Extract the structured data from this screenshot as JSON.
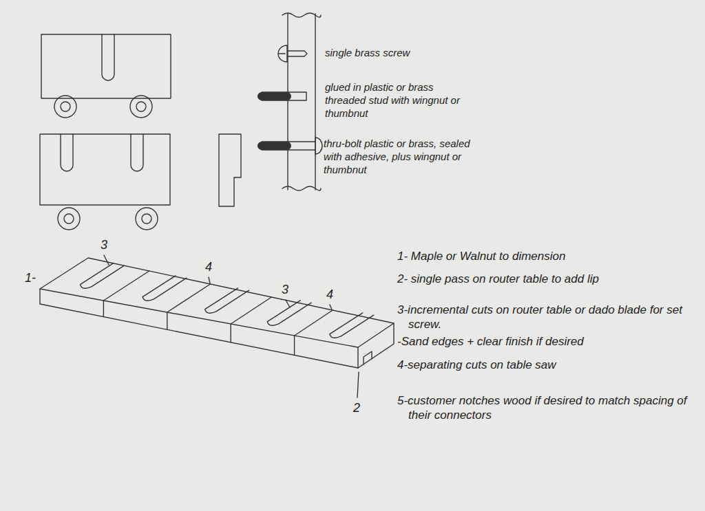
{
  "diagram": {
    "labels": [
      "single brass screw",
      "glued in plastic or brass threaded stud with wingnut or thumbnut",
      "thru-bolt plastic or brass, sealed with adhesive, plus wingnut or thumbnut",
      "1-",
      "3",
      "4",
      "3",
      "4",
      "2",
      "1- Maple or Walnut to dimension",
      "2- single pass on router table to add lip",
      "3-incremental cuts on router table or dado blade for set screw.",
      "-Sand edges + clear finish if desired",
      "4-separating cuts on table saw",
      "5-customer notches wood if desired to match spacing of their connectors"
    ]
  }
}
